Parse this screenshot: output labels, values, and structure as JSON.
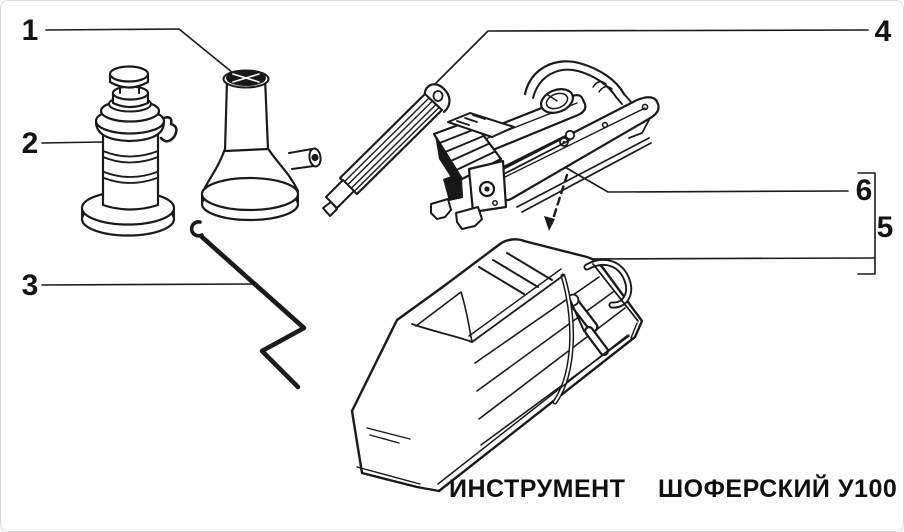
{
  "figure": {
    "type": "technical-illustration",
    "callouts": {
      "c1": "1",
      "c2": "2",
      "c3": "3",
      "c4": "4",
      "c5": "5",
      "c6": "6"
    },
    "caption": {
      "word1": "ИНСТРУМЕНТ",
      "word2": "ШОФЕРСКИЙ",
      "code": "У100"
    },
    "colors": {
      "ink": "#1a1a1a",
      "paper": "#ffffff"
    }
  }
}
